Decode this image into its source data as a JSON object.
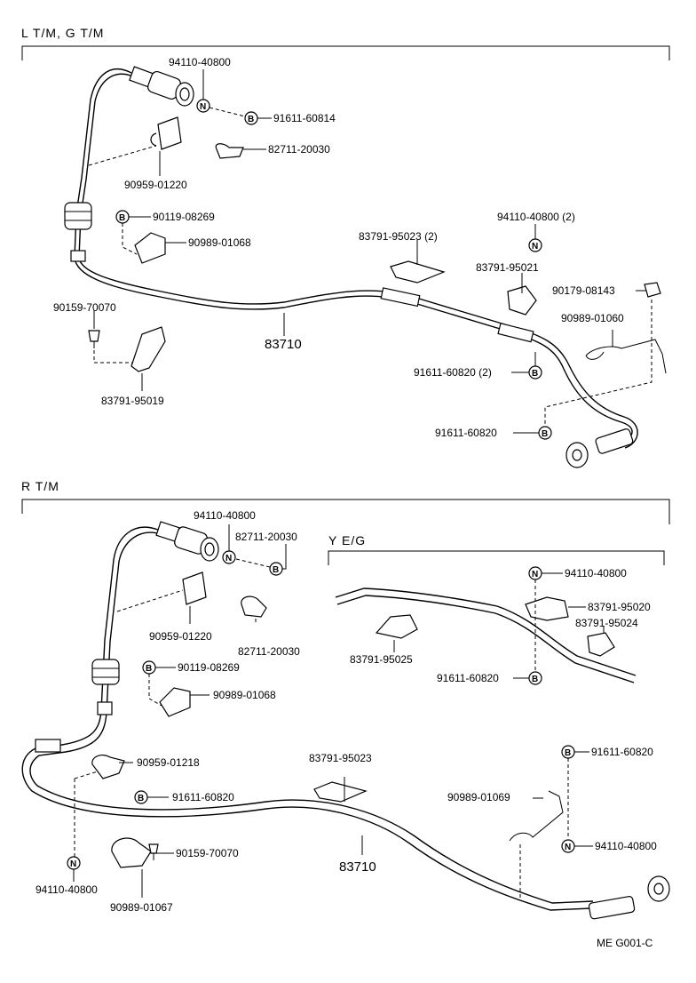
{
  "sections": {
    "top": "L T/M, G T/M",
    "bottom": "R T/M",
    "sub": "Y E/G"
  },
  "markers": {
    "n": "N",
    "b": "B"
  },
  "top_labels": {
    "a": "94110-40800",
    "b": "91611-60814",
    "c": "82711-20030",
    "d": "90959-01220",
    "e": "90119-08269",
    "f": "90989-01068",
    "g": "83791-95023 (2)",
    "h": "94110-40800 (2)",
    "i": "83791-95021",
    "j": "90179-08143",
    "k": "90989-01060",
    "l": "90159-70070",
    "m": "83710",
    "n": "83791-95019",
    "o": "91611-60820 (2)",
    "p": "91611-60820"
  },
  "bottom_labels": {
    "a": "94110-40800",
    "b": "82711-20030",
    "c": "90959-01220",
    "d": "82711-20030",
    "e": "90119-08269",
    "f": "90989-01068",
    "g": "90959-01218",
    "h": "91611-60820",
    "i": "90159-70070",
    "j": "83710",
    "k": "94110-40800",
    "l": "90989-01067",
    "m": "83791-95023",
    "n": "90989-01069",
    "o": "91611-60820",
    "p": "94110-40800"
  },
  "sub_labels": {
    "a": "94110-40800",
    "b": "83791-95020",
    "c": "83791-95024",
    "d": "83791-95025",
    "e": "91611-60820"
  },
  "footer": {
    "code": "ME G001-C"
  }
}
